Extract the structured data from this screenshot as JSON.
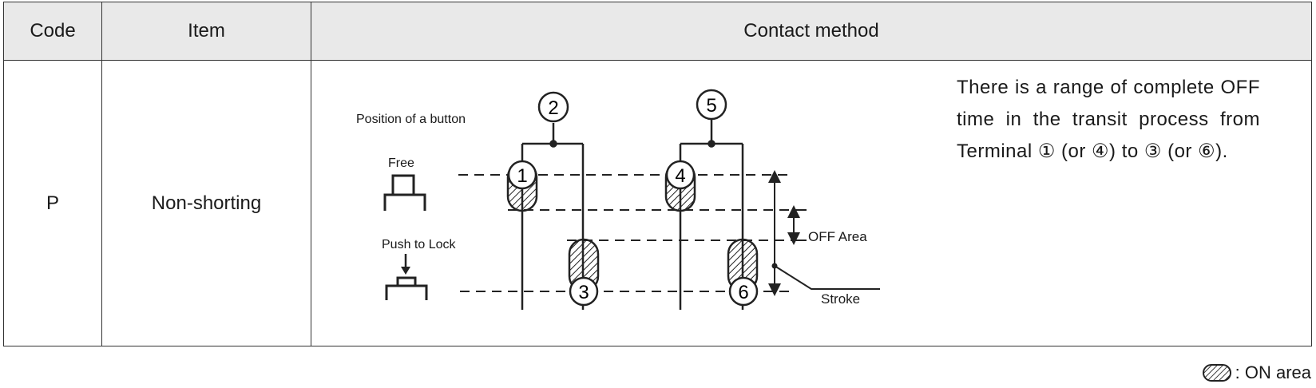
{
  "table": {
    "headers": {
      "code": "Code",
      "item": "Item",
      "method": "Contact method"
    },
    "row": {
      "code": "P",
      "item": "Non-shorting",
      "description": "There is a range of complete OFF time in the transit process from Terminal ① (or ④) to ③ (or ⑥)."
    }
  },
  "diagram": {
    "position_title": "Position of a button",
    "free_label": "Free",
    "push_label": "Push to Lock",
    "off_area_label": "OFF Area",
    "stroke_label": "Stroke",
    "terminals": {
      "t1": "1",
      "t2": "2",
      "t3": "3",
      "t4": "4",
      "t5": "5",
      "t6": "6"
    }
  },
  "legend": {
    "label": ": ON area"
  }
}
